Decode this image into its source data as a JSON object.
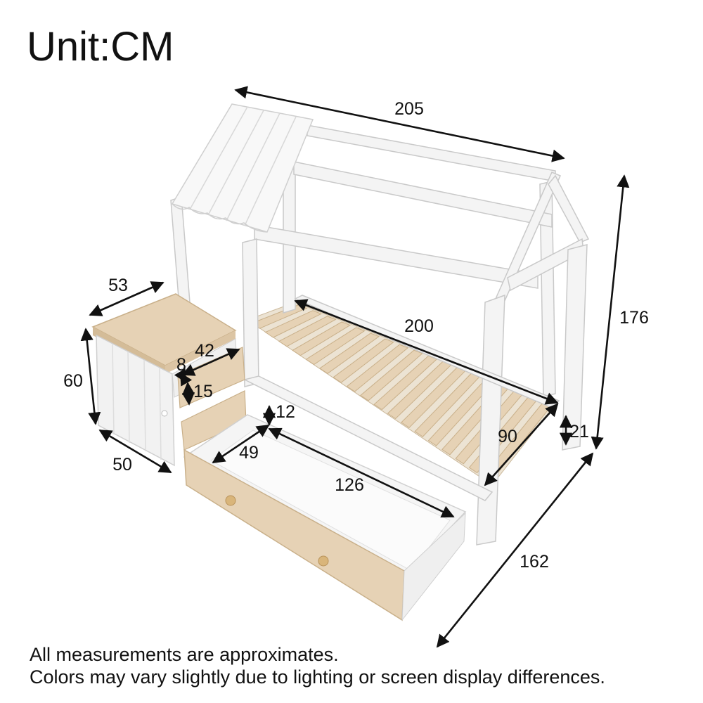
{
  "unit_label": "Unit:CM",
  "notes": [
    "All measurements are approximates.",
    "Colors may vary slightly due to lighting or screen display differences."
  ],
  "dimensions": {
    "bed_length_top": "205",
    "bed_height": "176",
    "slat_length": "200",
    "slat_width": "90",
    "floor_clearance": "21",
    "total_depth": "162",
    "nightstand_width": "53",
    "nightstand_height": "60",
    "nightstand_depth": "50",
    "nightstand_drawer_width": "42",
    "nightstand_drawer_gap": "8",
    "nightstand_drawer_height": "15",
    "trundle_height": "12",
    "trundle_width": "49",
    "trundle_length": "126"
  },
  "colors": {
    "frame_white": "#f4f4f4",
    "frame_shadow": "#d9d9d9",
    "wood": "#e6d2b5",
    "wood_dark": "#d4bc98",
    "knob": "#d9b57a"
  }
}
